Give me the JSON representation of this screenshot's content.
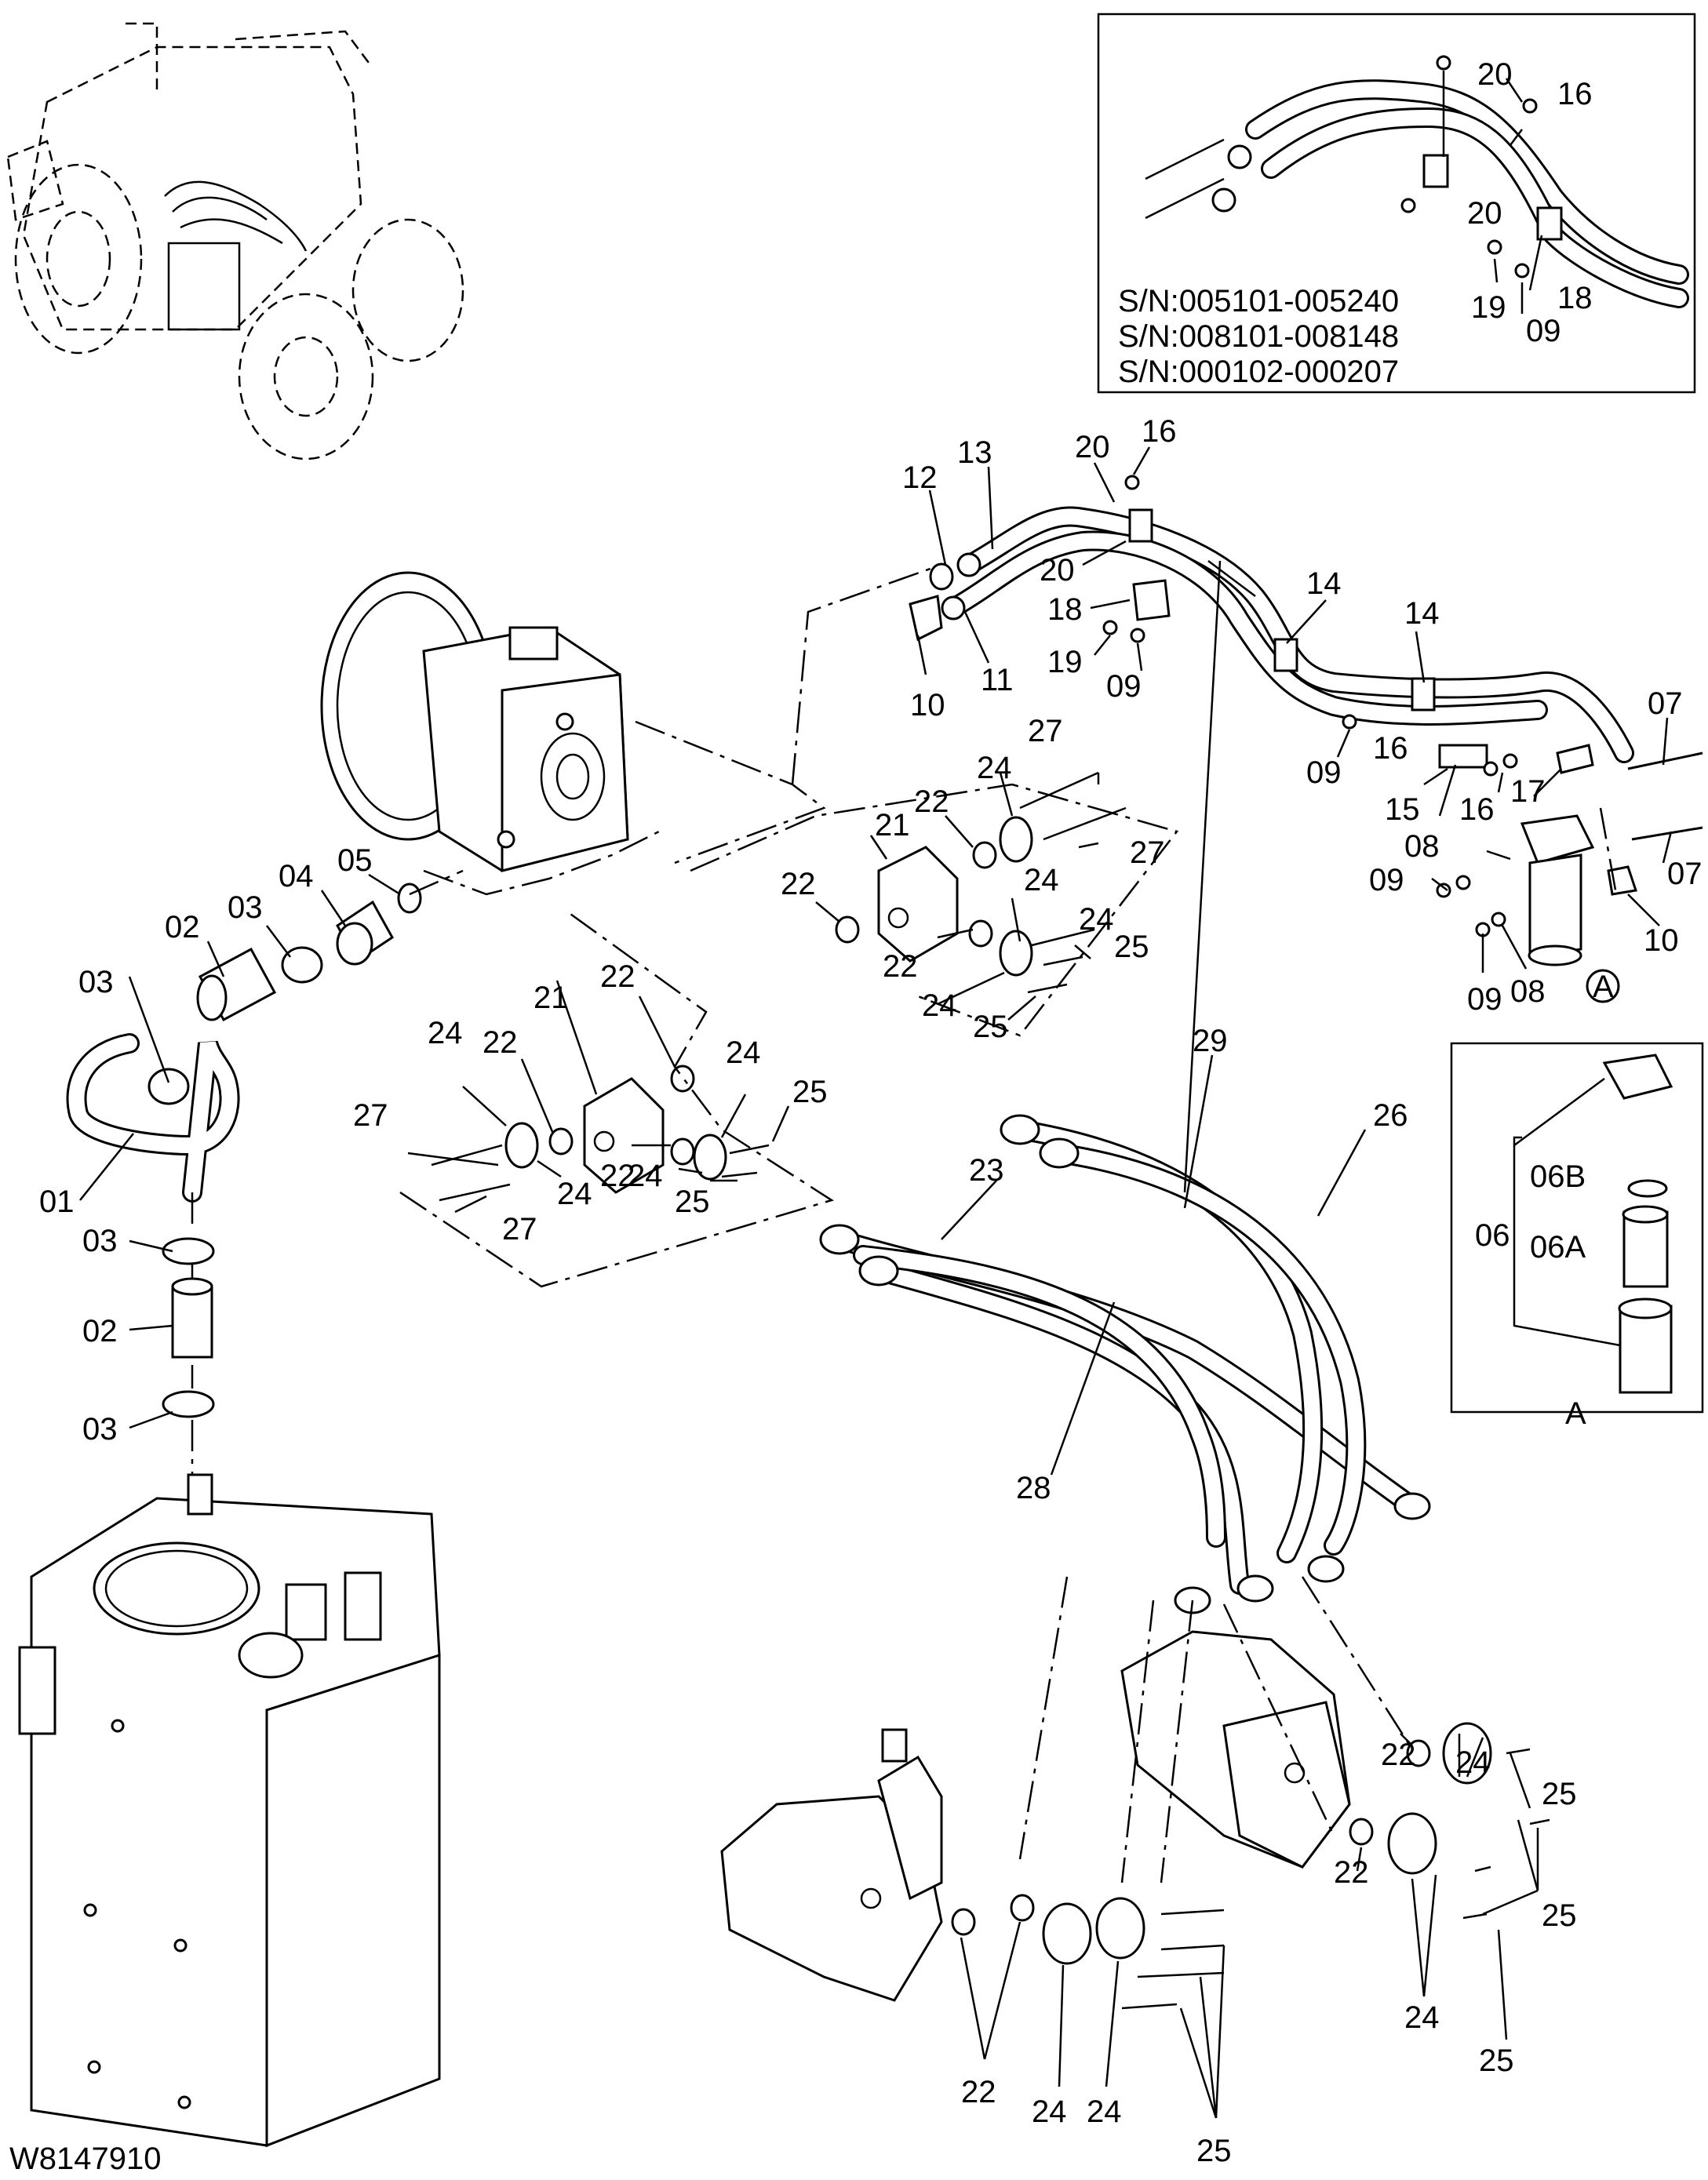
{
  "drawing_code": "W8147910",
  "inset_serials": {
    "line1": "S/N:005101-005240",
    "line2": "S/N:008101-008148",
    "line3": "S/N:000102-000207"
  },
  "detail_ref": "A",
  "callout_A": "A",
  "labels": {
    "p01": "01",
    "p02": "02",
    "p03": "03",
    "p04": "04",
    "p05": "05",
    "p06": "06",
    "p06A": "06A",
    "p06B": "06B",
    "p07": "07",
    "p08": "08",
    "p09": "09",
    "p10": "10",
    "p11": "11",
    "p12": "12",
    "p13": "13",
    "p14": "14",
    "p15": "15",
    "p16": "16",
    "p17": "17",
    "p18": "18",
    "p19": "19",
    "p20": "20",
    "p21": "21",
    "p22": "22",
    "p23": "23",
    "p24": "24",
    "p25": "25",
    "p26": "26",
    "p27": "27",
    "p28": "28",
    "p29": "29"
  }
}
